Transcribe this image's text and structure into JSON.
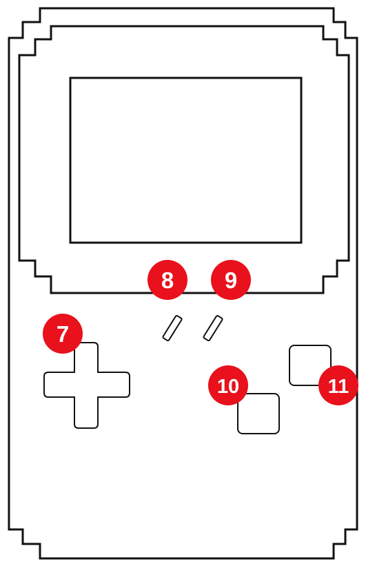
{
  "device": {
    "accent_color": "#e8111c",
    "outline_color": "#111111"
  },
  "callouts": {
    "dpad": {
      "label": "7"
    },
    "select_button": {
      "label": "8"
    },
    "start_button": {
      "label": "9"
    },
    "b_button": {
      "label": "10"
    },
    "a_button": {
      "label": "11"
    }
  }
}
